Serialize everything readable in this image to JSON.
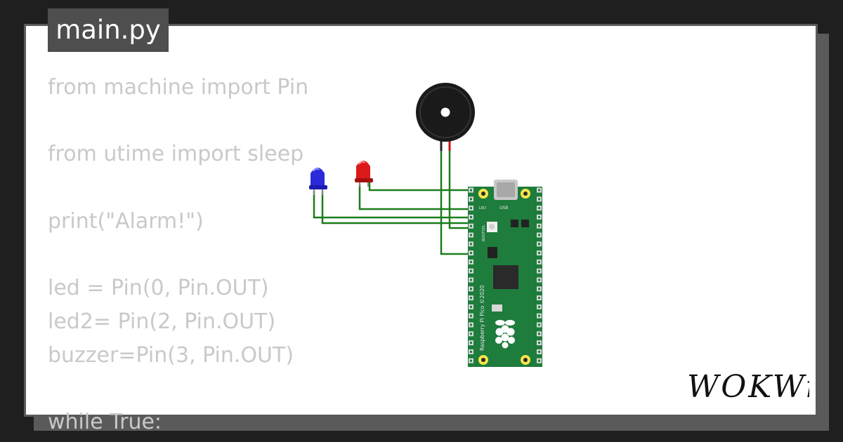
{
  "tab": {
    "filename": "main.py"
  },
  "code": {
    "lines": [
      "from machine import Pin",
      "",
      "from utime import sleep",
      "",
      "print(\"Alarm!\")",
      "",
      "led = Pin(0, Pin.OUT)",
      "led2= Pin(2, Pin.OUT)",
      "buzzer=Pin(3, Pin.OUT)",
      "",
      "while True:"
    ]
  },
  "diagram": {
    "board": {
      "name": "Raspberry Pi Pico ©2020",
      "usb_label": "USB",
      "led_label": "LED",
      "bootsel_label": "BOOTSEL",
      "color": "#1e7c3c"
    },
    "components": [
      {
        "name": "LED",
        "color": "#2222cc"
      },
      {
        "name": "LED",
        "color": "#cc1111"
      },
      {
        "name": "Buzzer",
        "color": "#111111"
      }
    ],
    "wire_color": "#1a7d1a"
  },
  "logo": {
    "text": "WOKWi"
  }
}
